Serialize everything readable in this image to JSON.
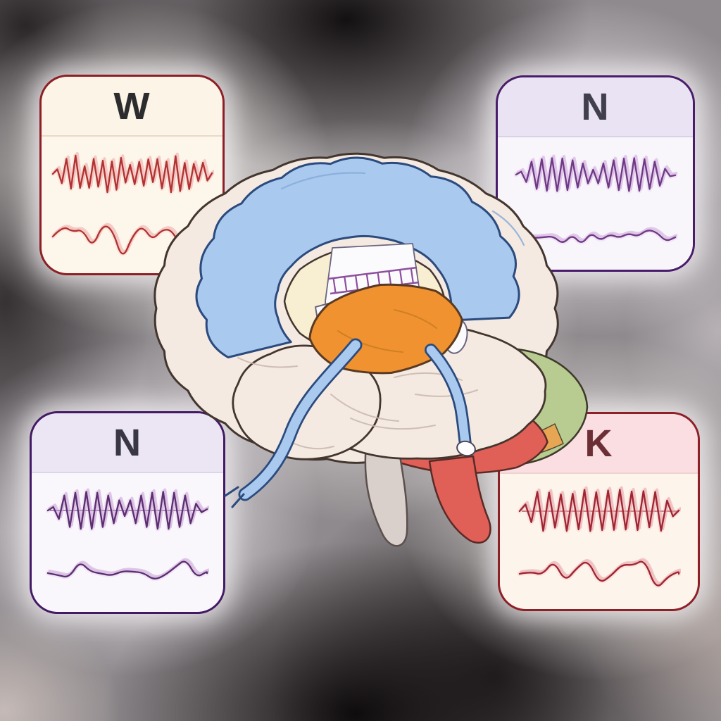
{
  "scene": {
    "alt": "Cartoon sagittal brain illustration surrounded by four rounded EEG stage cards",
    "background_base": "#8f8a8d"
  },
  "brain": {
    "outline": "#43362f",
    "cortex": "#f4eae2",
    "cortex_sketch": "#c8b6ad",
    "band": "#a9c9ee",
    "band_outline": "#2b4a7e",
    "band_sketch": "#84a9da",
    "oval": "#f8eed2",
    "white": "#fbfbfe",
    "white_outline": "#6b657f",
    "ladder": "#8d4f9e",
    "thalamus": "#f0922f",
    "thalamus_outline": "#5a3a22",
    "thalamus_sketch": "#c87c22",
    "cerebellum": "#b8cc92",
    "cerebellum_outline": "#3d3a2a",
    "cerebellum_patch": "#eda24e",
    "brainstem": "#e05f57",
    "brainstem_outline": "#5a2a26",
    "stalk": "#d9d0cb",
    "stalk_outline": "#5b504d",
    "tip": "#fdfdff",
    "parts": [
      {
        "name": "outer-cortex",
        "color": "#f4eae2"
      },
      {
        "name": "inner-blue-band",
        "color": "#a9c9ee"
      },
      {
        "name": "central-oval",
        "color": "#f8eed2"
      },
      {
        "name": "white-septum-band",
        "color": "#fbfbfe"
      },
      {
        "name": "thalamus",
        "color": "#f0922f"
      },
      {
        "name": "cerebellum",
        "color": "#b8cc92"
      },
      {
        "name": "brainstem",
        "color": "#e05f57"
      },
      {
        "name": "spinal-stalk",
        "color": "#d9d0cb"
      },
      {
        "name": "fornix-arms",
        "color": "#a9c9ee"
      }
    ]
  },
  "cards": [
    {
      "key": "top-left",
      "letter": "W",
      "letter_color": "#2c2b2d",
      "border": "#8e1f26",
      "header_bg": "#fcf4e6",
      "body_bg": "#fdf7eb",
      "divider": "#ead9c6",
      "wave": "#b23232",
      "echo": "#efa9a9",
      "traces": [
        {
          "style": "fast",
          "half": 34,
          "amp": 27,
          "seed": 11,
          "baseline": false
        },
        {
          "style": "slow",
          "points": 17,
          "amp": 21,
          "seed": 23,
          "baseline": false
        }
      ]
    },
    {
      "key": "top-right",
      "letter": "N",
      "letter_color": "#413e4d",
      "border": "#4a1c6c",
      "header_bg": "#e9e3f3",
      "body_bg": "#f8f5fb",
      "divider": "#d9d1e6",
      "wave": "#6f3a85",
      "echo": "#cfa6dc",
      "traces": [
        {
          "style": "spindle",
          "half": 30,
          "amp": 24,
          "bursts": 2,
          "seed": 31,
          "baseline": false
        },
        {
          "style": "slow",
          "points": 18,
          "amp": 14,
          "seed": 41,
          "baseline": false
        }
      ]
    },
    {
      "key": "bottom-left",
      "letter": "N",
      "letter_color": "#3a3744",
      "border": "#431a66",
      "header_bg": "#ece6f4",
      "body_bg": "#faf7fc",
      "divider": "#dcd4e9",
      "wave": "#5c2f72",
      "echo": "#c9a0d6",
      "traces": [
        {
          "style": "spindle",
          "half": 28,
          "amp": 27,
          "bursts": 2,
          "seed": 51,
          "baseline": true
        },
        {
          "style": "slow",
          "points": 16,
          "amp": 17,
          "seed": 61,
          "baseline": false
        }
      ]
    },
    {
      "key": "bottom-right",
      "letter": "K",
      "letter_color": "#6d2f36",
      "border": "#8e2027",
      "header_bg": "#fadee2",
      "body_bg": "#fdf4ec",
      "divider": "#eed3cf",
      "wave": "#a02532",
      "echo": "#e79fa6",
      "traces": [
        {
          "style": "osc",
          "half": 26,
          "amp": 30,
          "seed": 71,
          "baseline": true
        },
        {
          "style": "slow",
          "points": 15,
          "amp": 19,
          "seed": 81,
          "baseline": false
        }
      ]
    }
  ]
}
